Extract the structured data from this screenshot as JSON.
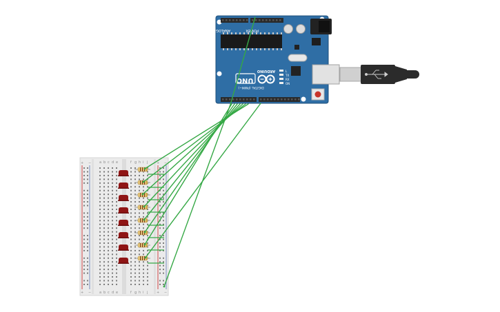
{
  "board": {
    "brand": "ARDUINO",
    "model": "UNO",
    "digital_label": "DIGITAL (PWM~)",
    "analog_label": "ANALOG IN",
    "power_label": "POWER",
    "tx_label": "TX",
    "rx_label": "RX",
    "l_label": "L",
    "on_label": "ON",
    "pcb_color": "#2f6ea5"
  },
  "usb_cable": {
    "icon": "usb-icon",
    "color": "#2b2b2b"
  },
  "breadboard": {
    "col_letters_left": [
      "a",
      "b",
      "c",
      "d",
      "e"
    ],
    "col_letters_right": [
      "f",
      "g",
      "h",
      "i",
      "j"
    ],
    "rail_plus": "+",
    "rail_minus": "−",
    "rail_red": "#d04545",
    "rail_blue": "#7b8fc0"
  },
  "leds": {
    "count": 8,
    "color": "#8f1515"
  },
  "resistors": {
    "count": 8,
    "body_color": "#e8c87a"
  },
  "wires": {
    "color": "#35a845",
    "count": 9
  }
}
